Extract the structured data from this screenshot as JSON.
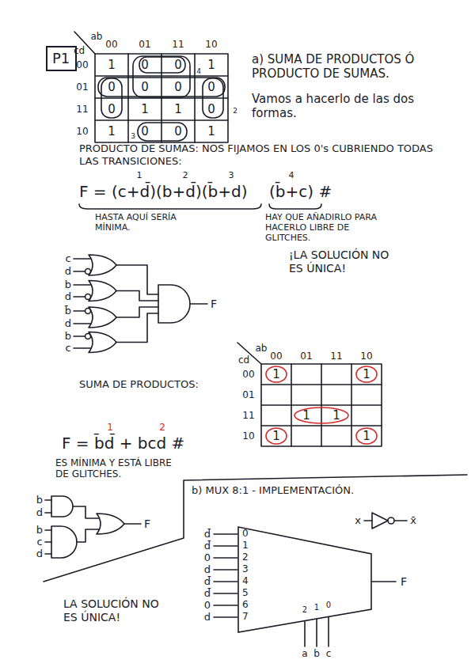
{
  "diagram": {
    "nodes": [
      {
        "text": [
          "P1"
        ]
      },
      {
        "text": [
          "0",
          "1",
          "2",
          "3",
          "4",
          "5",
          "6",
          "7"
        ]
      }
    ],
    "labels": [
      "a) SUMA DE PRODUCTOS Ó PRODUCTO DE SUMAS.",
      "Vamos a hacerlo de las dos formas.",
      "ab",
      "cd",
      "00",
      "01",
      "11",
      "10",
      "00",
      "01",
      "11",
      "10",
      "1",
      "0",
      "0",
      "1",
      "0",
      "0",
      "0",
      "0",
      "0",
      "1",
      "1",
      "0",
      "1",
      "0",
      "0",
      "1",
      "4",
      "2",
      "3",
      "PRODUCTO DE SUMAS: NOS FIJAMOS EN LOS 0's CUBRIENDO TODAS LAS TRANSICIONES:",
      "1",
      "2",
      "3",
      "4",
      "F = (c+d̄)(b+d̄)(b̄+d)",
      "(b̄+c) #",
      "HASTA AQUÍ SERÍA MÍNIMA.",
      "HAY QUE AÑADIRLO PARA HACERLO LIBRE DE GLITCHES.",
      "¡LA SOLUCIÓN NO ES ÚNICA!",
      "c",
      "d",
      "b",
      "d",
      "b̄",
      "d",
      "b",
      "c",
      "F",
      "ab",
      "cd",
      "00",
      "01",
      "11",
      "10",
      "00",
      "01",
      "11",
      "10",
      "1",
      "1",
      "1",
      "1",
      "1",
      "1",
      "SUMA DE PRODUCTOS:",
      "1",
      "2",
      "F = b̄d̄ + bcd #",
      "ES MÍNIMA Y ESTÁ LIBRE DE GLITCHES.",
      "b) MUX 8:1 - IMPLEMENTACIÓN.",
      "x",
      "x̄",
      "d̄",
      "d̄",
      "0",
      "d",
      "d̄",
      "d̄",
      "0",
      "d",
      "F",
      "2",
      "1",
      "0",
      "a",
      "b",
      "c",
      "b",
      "d",
      "b",
      "c",
      "d",
      "F",
      "LA SOLUCIÓN NO ES ÚNICA!"
    ]
  }
}
